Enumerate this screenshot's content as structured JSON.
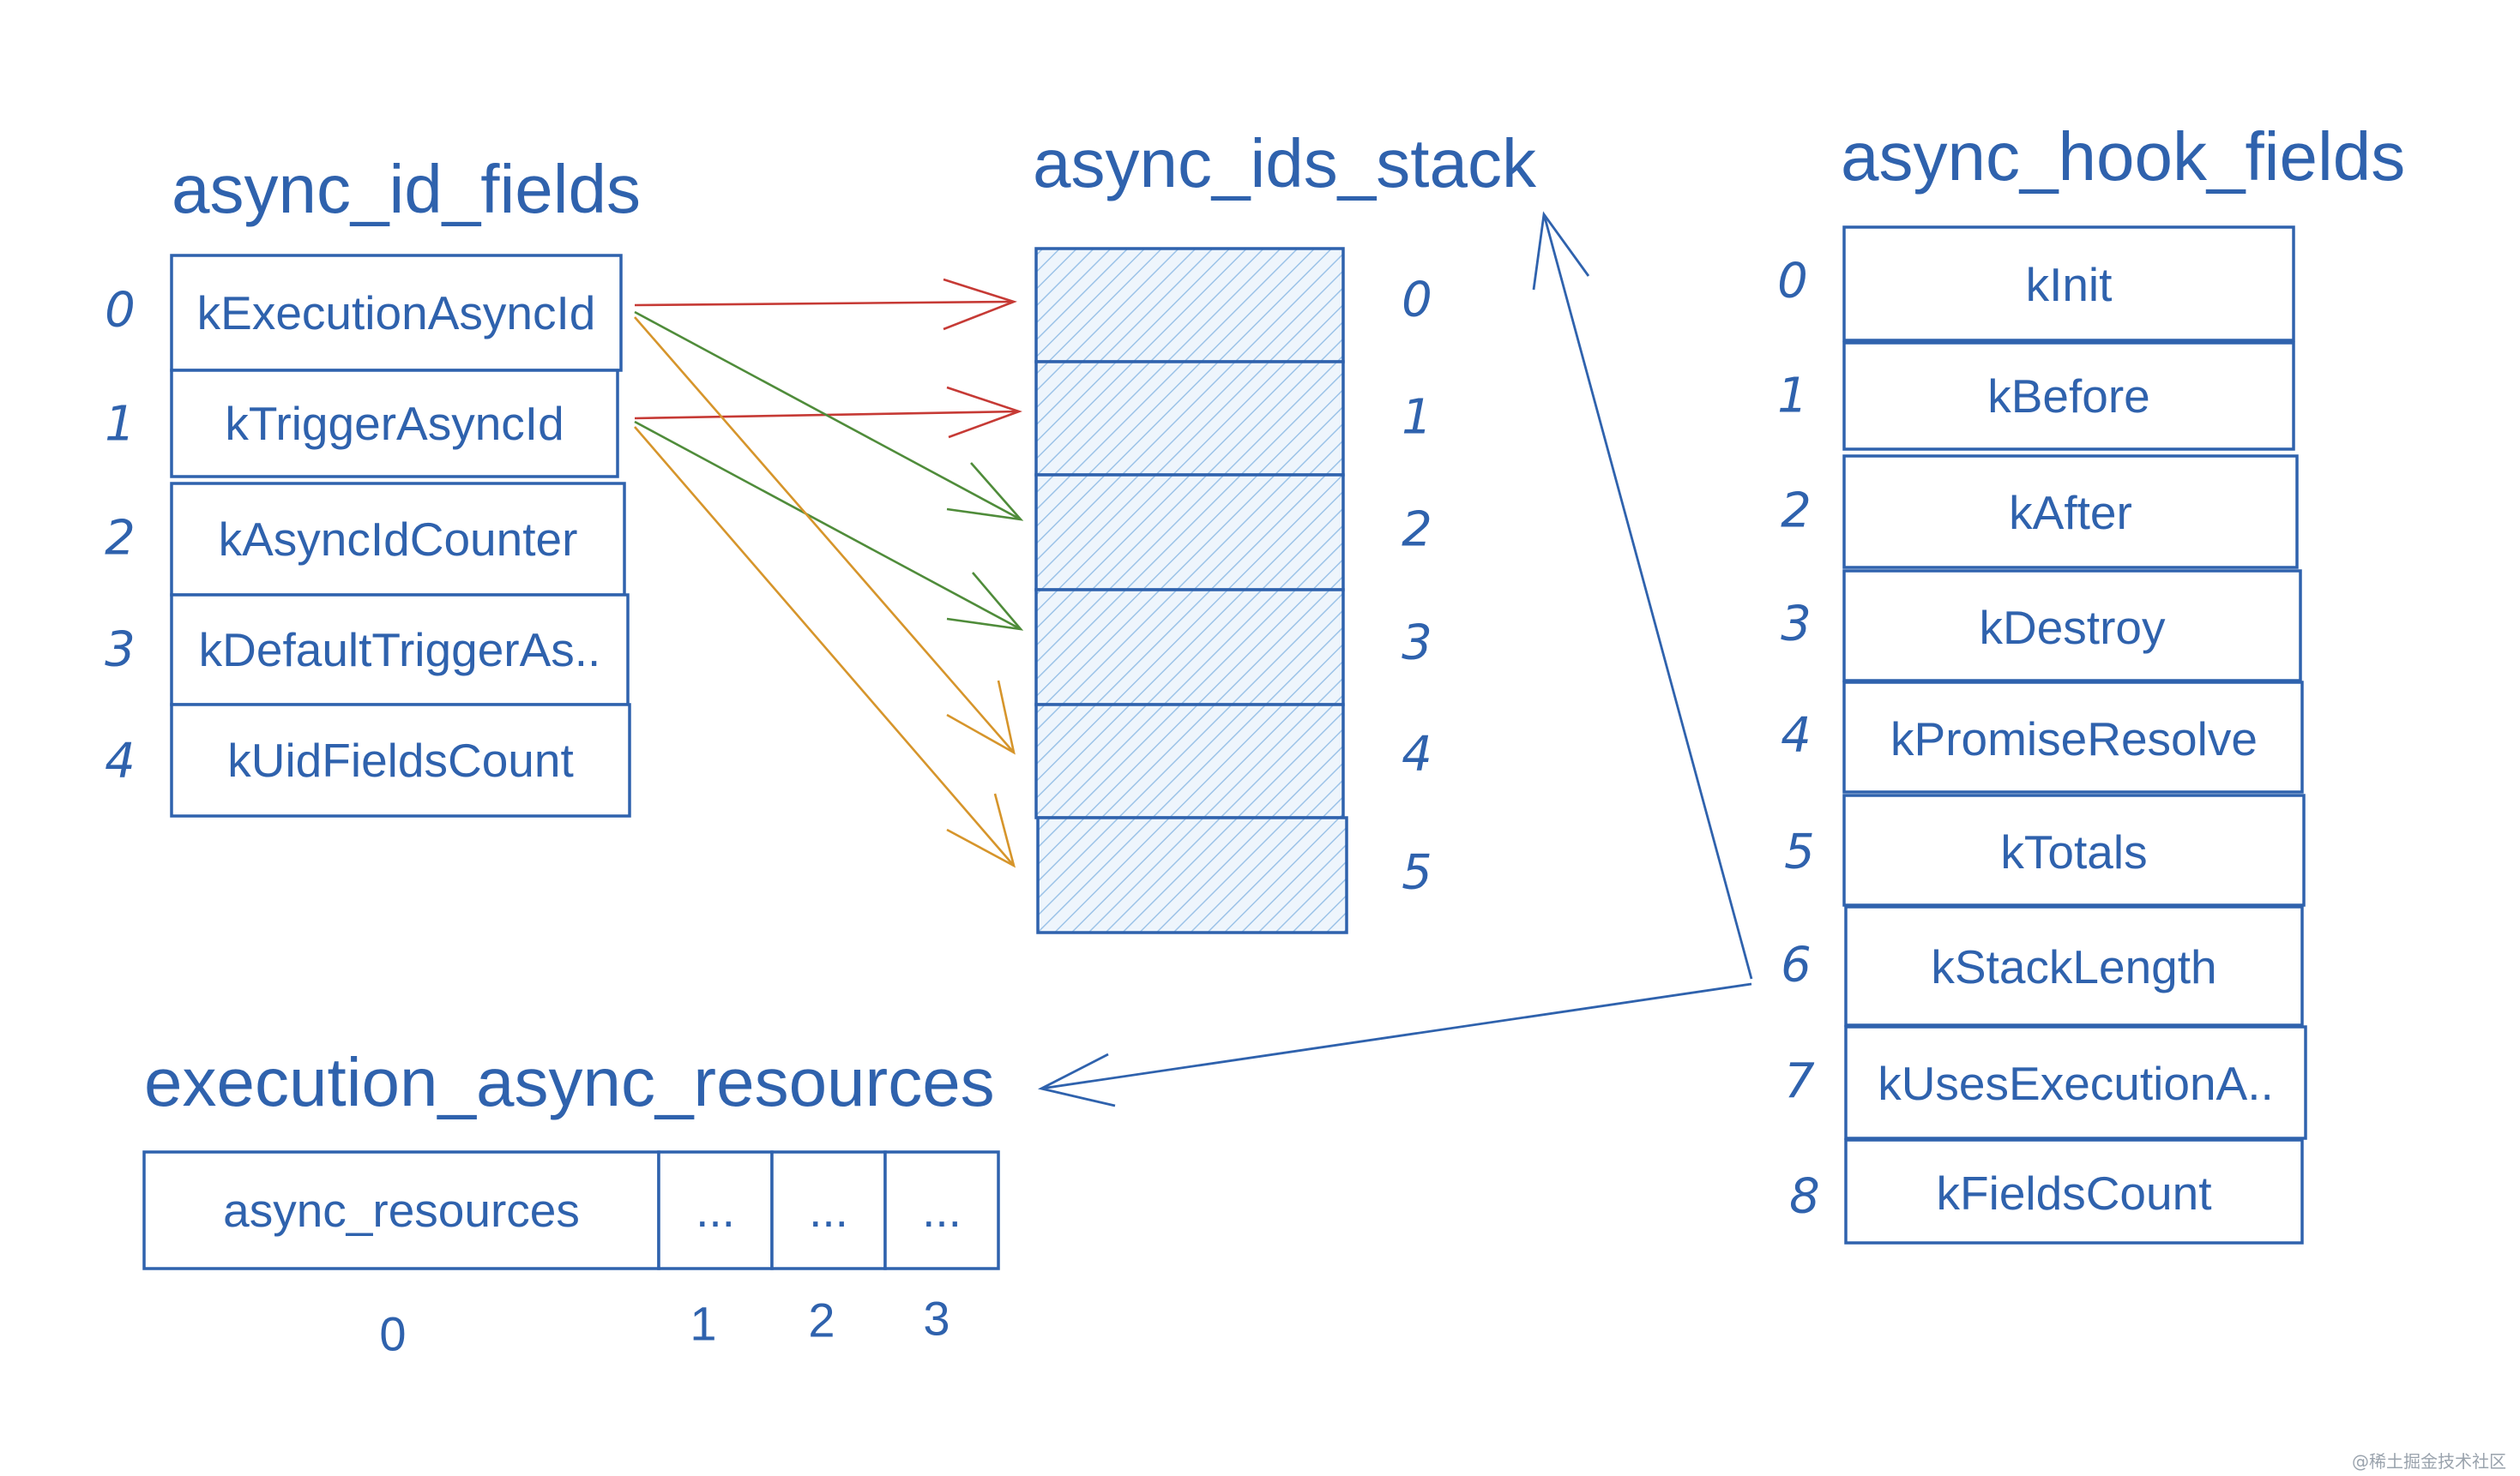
{
  "async_id_fields": {
    "title": "async_id_fields",
    "indices": [
      "0",
      "1",
      "2",
      "3",
      "4"
    ],
    "cells": [
      "kExecutionAsyncId",
      "kTriggerAsyncId",
      "kAsyncIdCounter",
      "kDefaultTriggerAs..",
      "kUidFieldsCount"
    ]
  },
  "async_ids_stack": {
    "title": "async_ids_stack",
    "indices": [
      "0",
      "1",
      "2",
      "3",
      "4",
      "5"
    ]
  },
  "async_hook_fields": {
    "title": "async_hook_fields",
    "indices": [
      "0",
      "1",
      "2",
      "3",
      "4",
      "5",
      "6",
      "7",
      "8"
    ],
    "cells": [
      "kInit",
      "kBefore",
      "kAfter",
      "kDestroy",
      "kPromiseResolve",
      "kTotals",
      "kStackLength",
      "kUsesExecutionA..",
      "kFieldsCount"
    ]
  },
  "execution_async_resources": {
    "title": "execution_async_resources",
    "cells": [
      "async_resources",
      "...",
      "...",
      "..."
    ],
    "indices": [
      "0",
      "1",
      "2",
      "3"
    ]
  },
  "colors": {
    "primary": "#2f62ad",
    "red_arrow": "#c63a35",
    "green_arrow": "#4f8c3a",
    "orange_arrow": "#d6952b"
  },
  "watermark": "@稀土掘金技术社区"
}
